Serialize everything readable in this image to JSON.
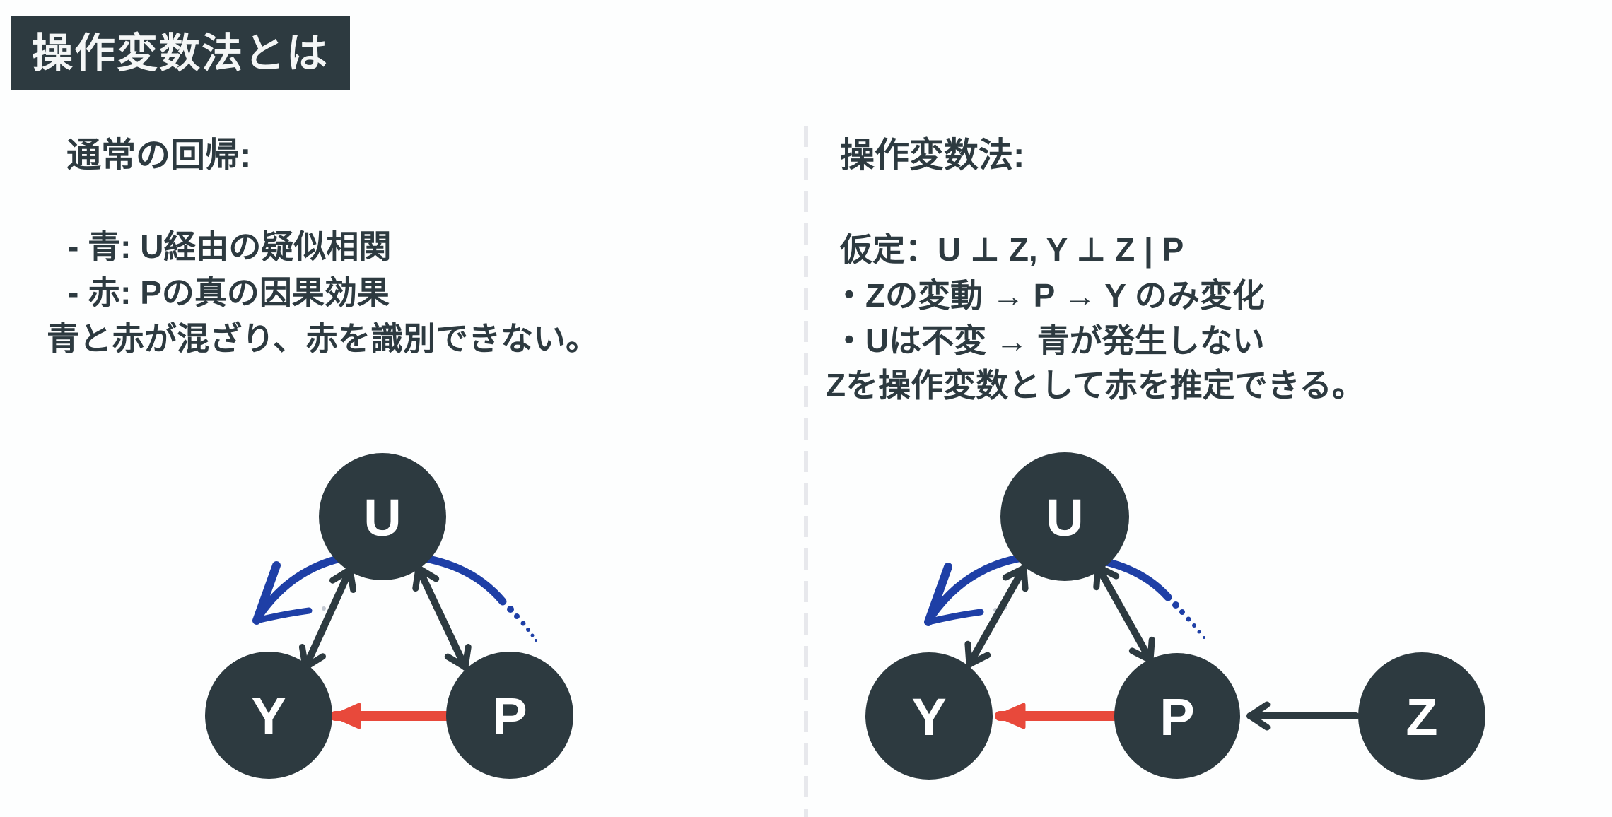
{
  "title": "操作変数法とは",
  "left_panel": {
    "heading": "通常の回帰:",
    "bullet1": "- 青: U経由の疑似相関",
    "bullet2": "- 赤: Pの真の因果効果",
    "conclusion": "青と赤が混ざり、赤を識別できない。",
    "nodes": {
      "u": "U",
      "y": "Y",
      "p": "P"
    }
  },
  "right_panel": {
    "heading": "操作変数法:",
    "assumption": "仮定：U ⊥ Z, Y ⊥ Z | P",
    "bullet1": "・Zの変動 → P → Y のみ変化",
    "bullet2": "・Uは不変 → 青が発生しない",
    "conclusion": "Zを操作変数として赤を推定できる。",
    "nodes": {
      "u": "U",
      "y": "Y",
      "p": "P",
      "z": "Z"
    }
  },
  "colors": {
    "node_fill": "#2d3a40",
    "text_dark": "#2d3a40",
    "spurious_blue": "#1e3fa6",
    "causal_red": "#e8493b",
    "divider_gray": "#e7e8ec",
    "title_bg": "#2d3a40",
    "title_text": "#f4f6f6",
    "background": "#fdfefe"
  }
}
